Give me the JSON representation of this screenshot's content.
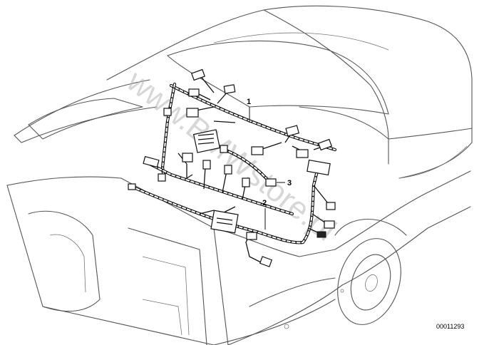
{
  "diagram": {
    "callouts": [
      "1",
      "2",
      "3"
    ],
    "watermark": "www.BMWstore.pl",
    "document_number": "00011293"
  }
}
